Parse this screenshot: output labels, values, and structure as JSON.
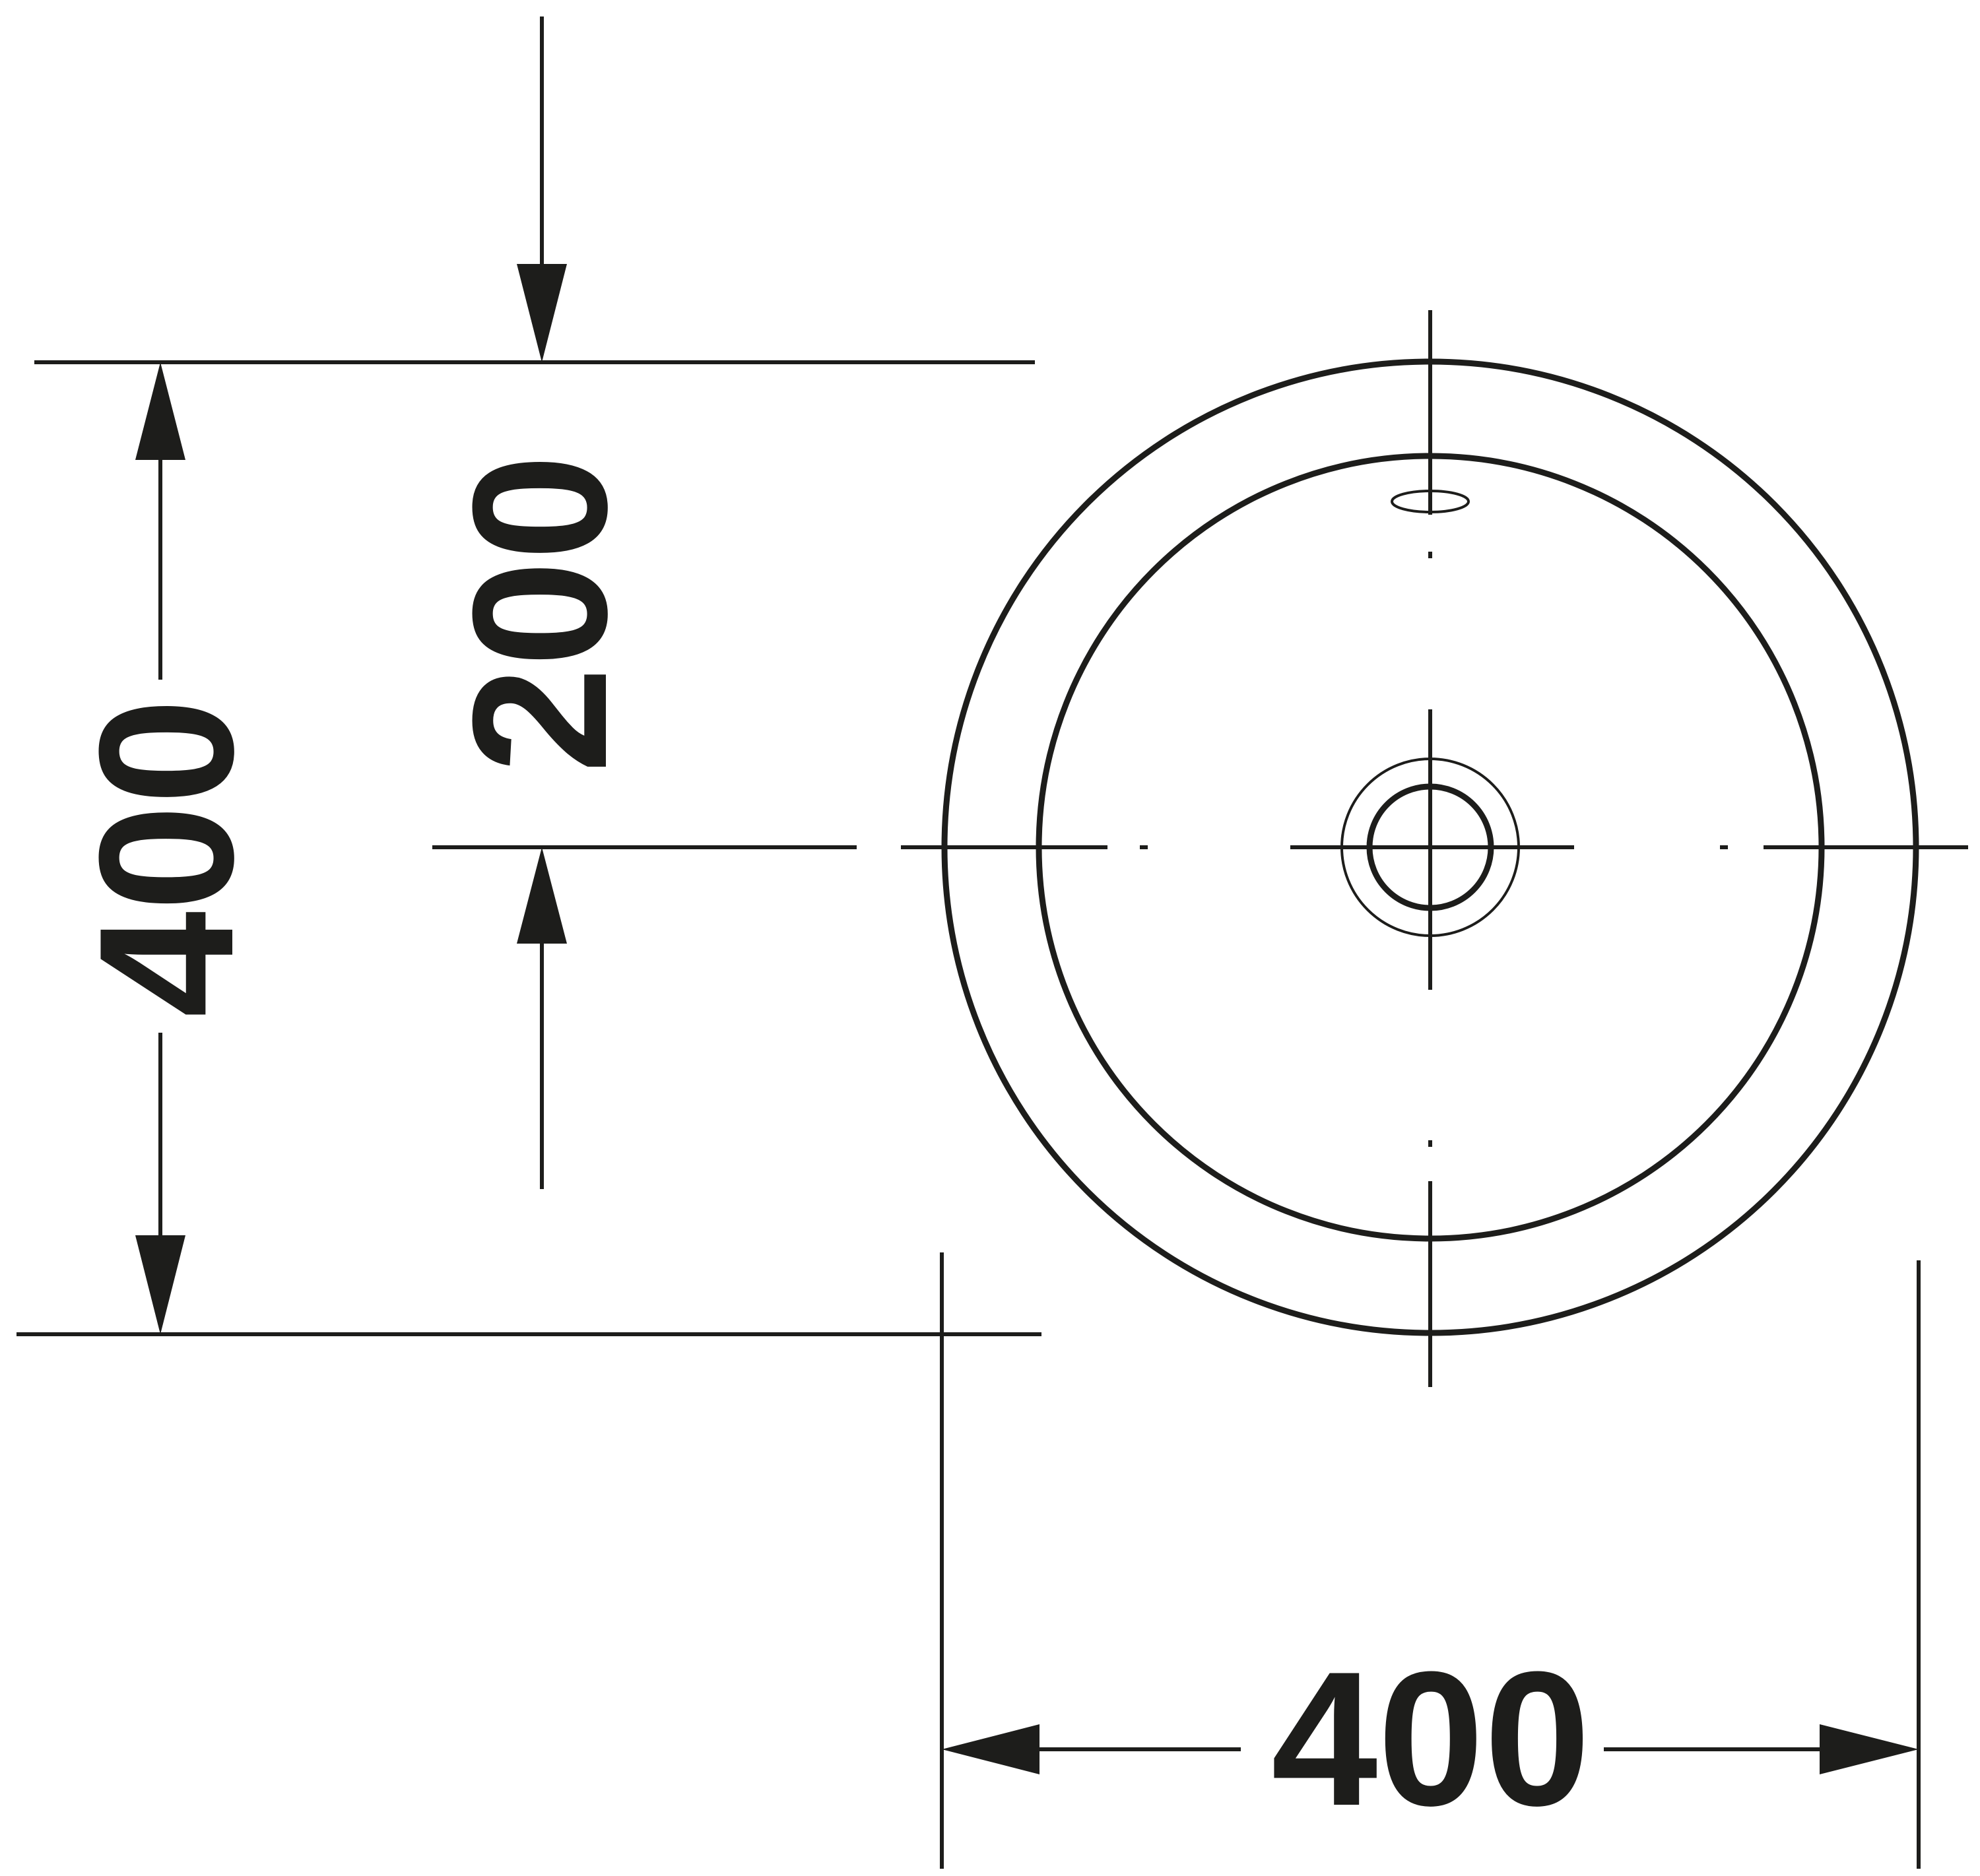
{
  "drawing": {
    "type": "technical dimension drawing",
    "subject": "round basin top view",
    "line_color": "#1d1d1b",
    "background": "#ffffff"
  },
  "dimensions": {
    "height_total": "400",
    "height_to_center": "200",
    "width_total": "400"
  },
  "features": [
    "outer rim",
    "inner bowl",
    "drain",
    "overflow",
    "center lines"
  ]
}
